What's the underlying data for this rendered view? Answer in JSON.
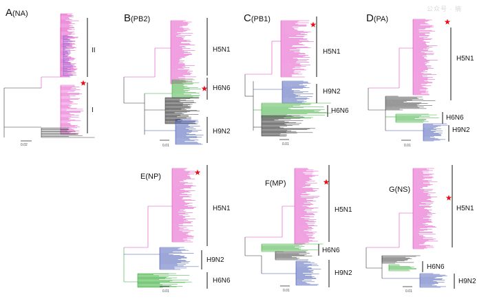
{
  "watermark": "公众号 · 摘",
  "colors": {
    "h5n1": "#e040c0",
    "h9n2": "#3a4fb0",
    "h6n6": "#2ea82e",
    "other": "#333333",
    "star": "#e8101a"
  },
  "panels": [
    {
      "letter": "A",
      "gene": "(NA)",
      "scale": "0.02",
      "clades": [
        "II",
        "I"
      ]
    },
    {
      "letter": "B",
      "gene": "(PB2)",
      "scale": "0.01",
      "clades": [
        "H5N1",
        "H6N6",
        "H9N2"
      ]
    },
    {
      "letter": "C",
      "gene": "(PB1)",
      "scale": "0.01",
      "clades": [
        "H5N1",
        "H9N2",
        "H6N6"
      ]
    },
    {
      "letter": "D",
      "gene": "(PA)",
      "scale": "0.01",
      "clades": [
        "H5N1",
        "H6N6",
        "H9N2"
      ]
    },
    {
      "letter": "E",
      "gene": "(NP)",
      "scale": "0.01",
      "clades": [
        "H5N1",
        "H9N2",
        "H6N6"
      ]
    },
    {
      "letter": "F",
      "gene": "(MP)",
      "scale": "0.01",
      "clades": [
        "H5N1",
        "H6N6",
        "H9N2"
      ]
    },
    {
      "letter": "G",
      "gene": "(NS)",
      "scale": "0.01",
      "clades": [
        "H5N1",
        "H6N6",
        "H9N2"
      ]
    }
  ]
}
